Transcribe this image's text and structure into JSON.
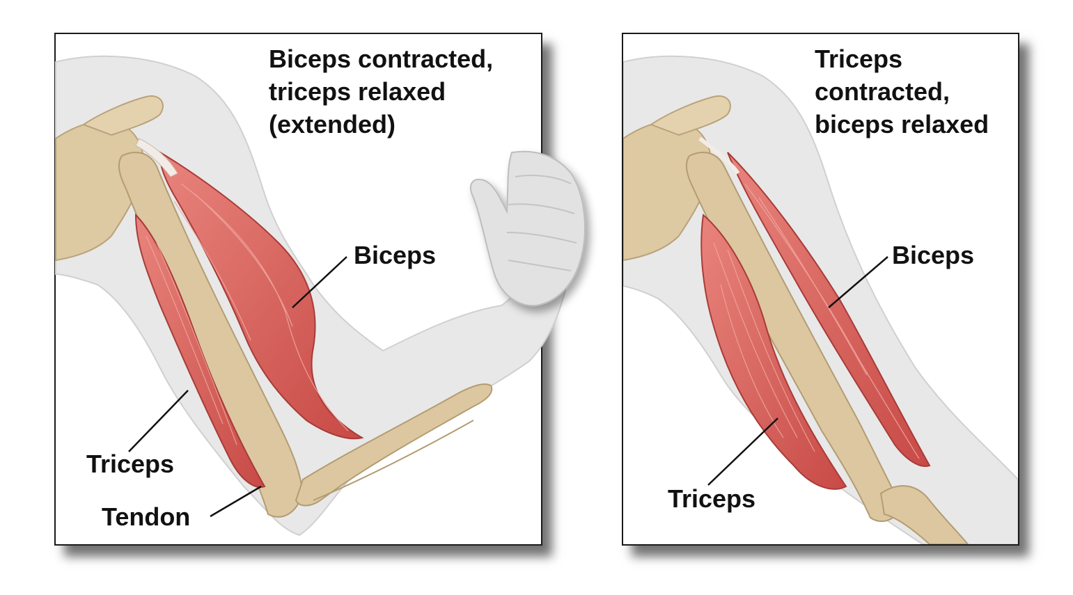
{
  "panels": {
    "left": {
      "title_lines": [
        "Biceps contracted,",
        "triceps relaxed",
        "(extended)"
      ],
      "labels": {
        "biceps": "Biceps",
        "triceps": "Triceps",
        "tendon": "Tendon"
      }
    },
    "right": {
      "title_lines": [
        "Triceps",
        "contracted,",
        "biceps relaxed"
      ],
      "labels": {
        "biceps": "Biceps",
        "triceps": "Triceps"
      }
    }
  },
  "colors": {
    "skin": "#e6e6e6",
    "bone": "#dcc8a0",
    "muscle": "#d9605a",
    "tendon": "#f3ece6",
    "frame": "#1a1a1a"
  }
}
